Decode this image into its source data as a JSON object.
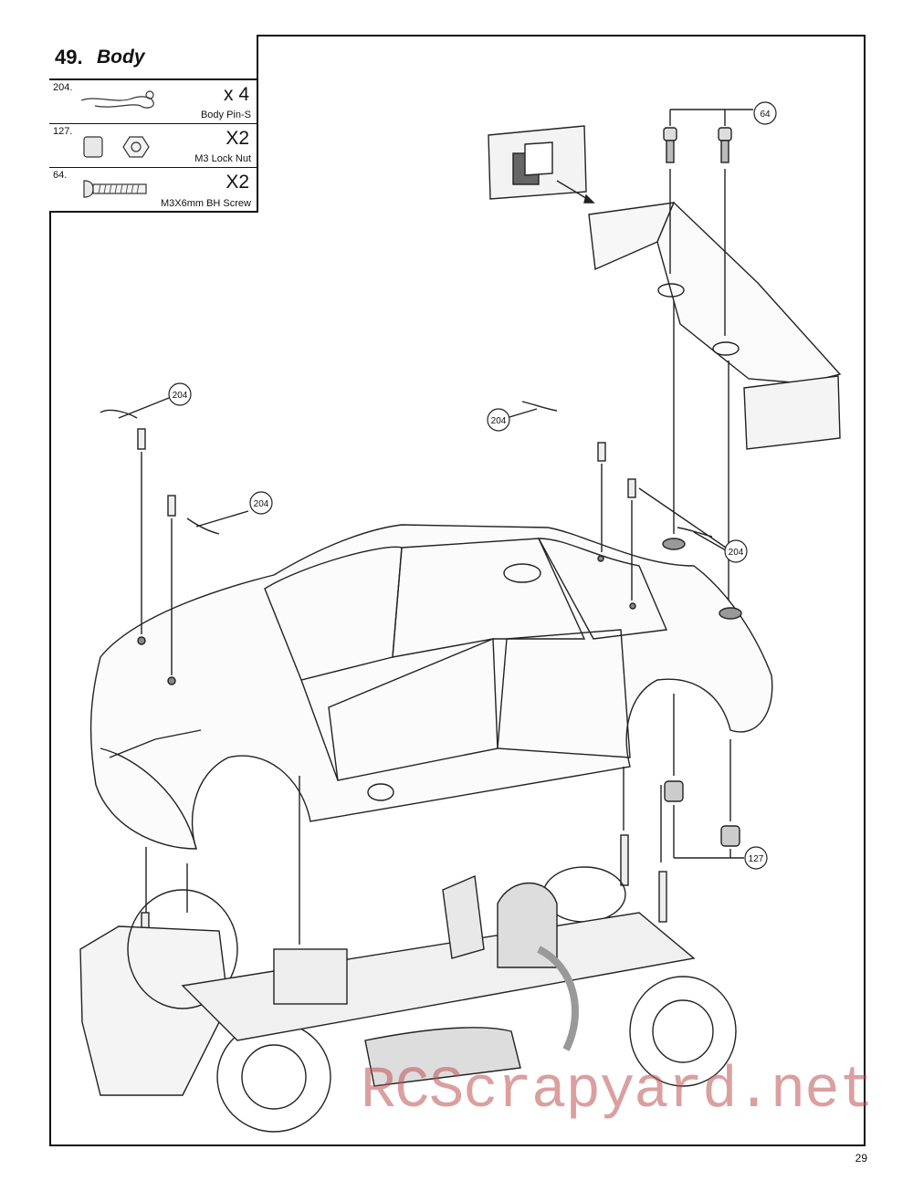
{
  "step": {
    "number": "49.",
    "title": "Body"
  },
  "parts": [
    {
      "id": "204.",
      "qty": "x 4",
      "name": "Body Pin-S",
      "icon": "body-pin-icon"
    },
    {
      "id": "127.",
      "qty": "X2",
      "name": "M3 Lock Nut",
      "icon": "lock-nut-icon"
    },
    {
      "id": "64.",
      "qty": "X2",
      "name": "M3X6mm BH Screw",
      "icon": "screw-icon"
    }
  ],
  "callouts": {
    "wing_screws": "64",
    "pin_front_top": "204",
    "pin_front_side": "204",
    "pin_rear_left": "204",
    "pin_rear_right": "204",
    "lock_nuts": "127"
  },
  "watermark": "RCScrapyard.net",
  "page_number": "29"
}
